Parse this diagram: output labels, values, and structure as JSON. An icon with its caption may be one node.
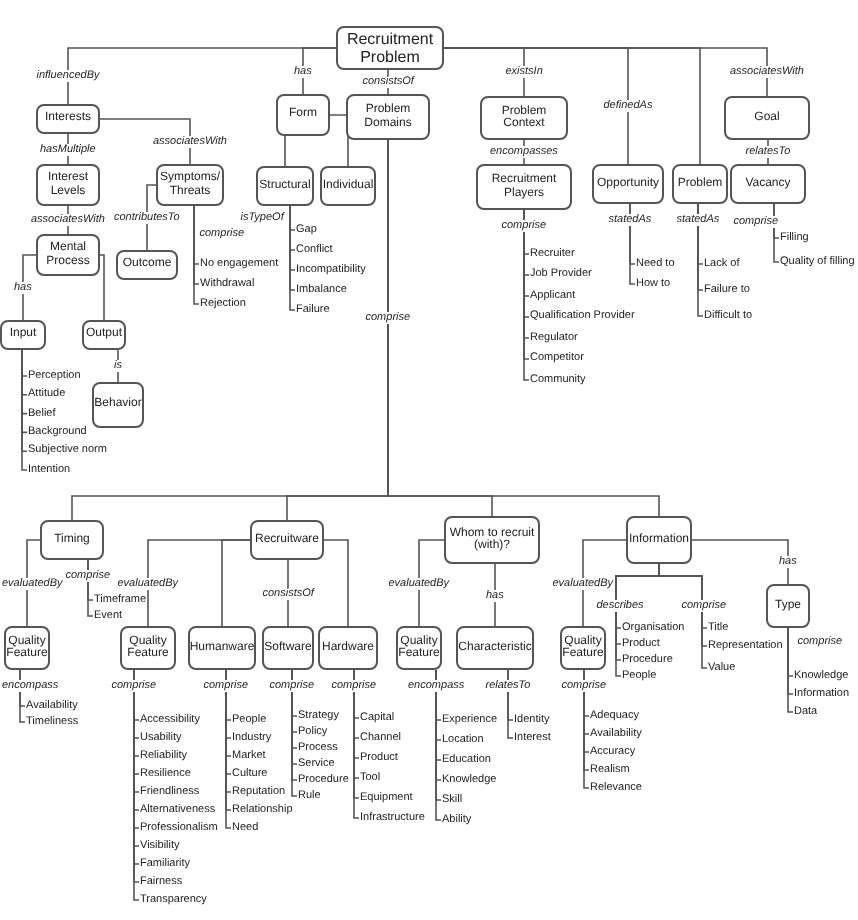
{
  "diagram": {
    "nodes": [
      {
        "text": [
          "Recruitment Problem"
        ]
      },
      {
        "text": [
          "Interests"
        ]
      },
      {
        "text": [
          "Interest Levels"
        ]
      },
      {
        "text": [
          "Mental Process"
        ]
      },
      {
        "text": [
          "Input"
        ]
      },
      {
        "text": [
          "Perception"
        ]
      },
      {
        "text": [
          "Attitude"
        ]
      },
      {
        "text": [
          "Belief"
        ]
      },
      {
        "text": [
          "Background"
        ]
      },
      {
        "text": [
          "Subjective norm"
        ]
      },
      {
        "text": [
          "Intention"
        ]
      },
      {
        "text": [
          "Output"
        ]
      },
      {
        "text": [
          "Behavior"
        ]
      },
      {
        "text": [
          "Symptoms/ Threats"
        ]
      },
      {
        "text": [
          "Outcome"
        ]
      },
      {
        "text": [
          "No engagement"
        ]
      },
      {
        "text": [
          "Withdrawal"
        ]
      },
      {
        "text": [
          "Rejection"
        ]
      },
      {
        "text": [
          "Form"
        ]
      },
      {
        "text": [
          "Structural"
        ]
      },
      {
        "text": [
          "Gap"
        ]
      },
      {
        "text": [
          "Conflict"
        ]
      },
      {
        "text": [
          "Incompatibility"
        ]
      },
      {
        "text": [
          "Imbalance"
        ]
      },
      {
        "text": [
          "Failure"
        ]
      },
      {
        "text": [
          "Individual"
        ]
      },
      {
        "text": [
          "Problem Domains"
        ]
      },
      {
        "text": [
          "Problem Context"
        ]
      },
      {
        "text": [
          "Recruitment Players"
        ]
      },
      {
        "text": [
          "Recruiter"
        ]
      },
      {
        "text": [
          "Job Provider"
        ]
      },
      {
        "text": [
          "Applicant"
        ]
      },
      {
        "text": [
          "Qualification Provider"
        ]
      },
      {
        "text": [
          "Regulator"
        ]
      },
      {
        "text": [
          "Competitor"
        ]
      },
      {
        "text": [
          "Community"
        ]
      },
      {
        "text": [
          "Opportunity"
        ]
      },
      {
        "text": [
          "Need to"
        ]
      },
      {
        "text": [
          "How to"
        ]
      },
      {
        "text": [
          "Problem"
        ]
      },
      {
        "text": [
          "Lack of"
        ]
      },
      {
        "text": [
          "Failure to"
        ]
      },
      {
        "text": [
          "Difficult to"
        ]
      },
      {
        "text": [
          "Goal"
        ]
      },
      {
        "text": [
          "Vacancy"
        ]
      },
      {
        "text": [
          "Filling"
        ]
      },
      {
        "text": [
          "Quality of filling"
        ]
      },
      {
        "text": [
          "Timing"
        ]
      },
      {
        "text": [
          "Timeframe"
        ]
      },
      {
        "text": [
          "Event"
        ]
      },
      {
        "text": [
          "Quality Feature"
        ]
      },
      {
        "text": [
          "Availability"
        ]
      },
      {
        "text": [
          "Timeliness"
        ]
      },
      {
        "text": [
          "Recruitware"
        ]
      },
      {
        "text": [
          "Quality Feature"
        ]
      },
      {
        "text": [
          "Accessibility"
        ]
      },
      {
        "text": [
          "Usability"
        ]
      },
      {
        "text": [
          "Reliability"
        ]
      },
      {
        "text": [
          "Resilience"
        ]
      },
      {
        "text": [
          "Friendliness"
        ]
      },
      {
        "text": [
          "Alternativeness"
        ]
      },
      {
        "text": [
          "Professionalism"
        ]
      },
      {
        "text": [
          "Visibility"
        ]
      },
      {
        "text": [
          "Familiarity"
        ]
      },
      {
        "text": [
          "Fairness"
        ]
      },
      {
        "text": [
          "Transparency"
        ]
      },
      {
        "text": [
          "Humanware"
        ]
      },
      {
        "text": [
          "People"
        ]
      },
      {
        "text": [
          "Industry"
        ]
      },
      {
        "text": [
          "Market"
        ]
      },
      {
        "text": [
          "Culture"
        ]
      },
      {
        "text": [
          "Reputation"
        ]
      },
      {
        "text": [
          "Relationship"
        ]
      },
      {
        "text": [
          "Need"
        ]
      },
      {
        "text": [
          "Software"
        ]
      },
      {
        "text": [
          "Strategy"
        ]
      },
      {
        "text": [
          "Policy"
        ]
      },
      {
        "text": [
          "Process"
        ]
      },
      {
        "text": [
          "Service"
        ]
      },
      {
        "text": [
          "Procedure"
        ]
      },
      {
        "text": [
          "Rule"
        ]
      },
      {
        "text": [
          "Hardware"
        ]
      },
      {
        "text": [
          "Capital"
        ]
      },
      {
        "text": [
          "Channel"
        ]
      },
      {
        "text": [
          "Product"
        ]
      },
      {
        "text": [
          "Tool"
        ]
      },
      {
        "text": [
          "Equipment"
        ]
      },
      {
        "text": [
          "Infrastructure"
        ]
      },
      {
        "text": [
          "Whom to recruit (with)?"
        ]
      },
      {
        "text": [
          "Quality Feature"
        ]
      },
      {
        "text": [
          "Experience"
        ]
      },
      {
        "text": [
          "Location"
        ]
      },
      {
        "text": [
          "Education"
        ]
      },
      {
        "text": [
          "Knowledge"
        ]
      },
      {
        "text": [
          "Skill"
        ]
      },
      {
        "text": [
          "Ability"
        ]
      },
      {
        "text": [
          "Characteristic"
        ]
      },
      {
        "text": [
          "Identity"
        ]
      },
      {
        "text": [
          "Interest"
        ]
      },
      {
        "text": [
          "Information"
        ]
      },
      {
        "text": [
          "Quality Feature"
        ]
      },
      {
        "text": [
          "Adequacy"
        ]
      },
      {
        "text": [
          "Availability"
        ]
      },
      {
        "text": [
          "Accuracy"
        ]
      },
      {
        "text": [
          "Realism"
        ]
      },
      {
        "text": [
          "Relevance"
        ]
      },
      {
        "text": [
          "Organisation"
        ]
      },
      {
        "text": [
          "Product"
        ]
      },
      {
        "text": [
          "Procedure"
        ]
      },
      {
        "text": [
          "People"
        ]
      },
      {
        "text": [
          "Title"
        ]
      },
      {
        "text": [
          "Representation"
        ]
      },
      {
        "text": [
          "Value"
        ]
      },
      {
        "text": [
          "Type"
        ]
      },
      {
        "text": [
          "Knowledge"
        ]
      },
      {
        "text": [
          "Information"
        ]
      },
      {
        "text": [
          "Data"
        ]
      }
    ],
    "edges": [
      {
        "from": 0,
        "to": 1,
        "arrow": "none",
        "label": "influencedBy"
      },
      {
        "from": 1,
        "to": 2,
        "arrow": "none",
        "label": "hasMultiple"
      },
      {
        "from": 2,
        "to": 3,
        "arrow": "none",
        "label": "associatesWith"
      },
      {
        "from": 3,
        "to": 4,
        "arrow": "none",
        "label": "has"
      },
      {
        "from": 4,
        "to": 5,
        "arrow": "none"
      },
      {
        "from": 4,
        "to": 6,
        "arrow": "none"
      },
      {
        "from": 4,
        "to": 7,
        "arrow": "none"
      },
      {
        "from": 4,
        "to": 8,
        "arrow": "none"
      },
      {
        "from": 4,
        "to": 9,
        "arrow": "none"
      },
      {
        "from": 4,
        "to": 10,
        "arrow": "none"
      },
      {
        "from": 3,
        "to": 11,
        "arrow": "none"
      },
      {
        "from": 11,
        "to": 12,
        "arrow": "none",
        "label": "is"
      },
      {
        "from": 1,
        "to": 13,
        "arrow": "none",
        "label": "associatesWith"
      },
      {
        "from": 13,
        "to": 14,
        "arrow": "none",
        "label": "contributesTo"
      },
      {
        "from": 13,
        "to": 15,
        "arrow": "none",
        "label": "comprise"
      },
      {
        "from": 13,
        "to": 16,
        "arrow": "none"
      },
      {
        "from": 13,
        "to": 17,
        "arrow": "none"
      },
      {
        "from": 0,
        "to": 18,
        "arrow": "none",
        "label": "has"
      },
      {
        "from": 18,
        "to": 19,
        "arrow": "none"
      },
      {
        "from": 18,
        "to": 25,
        "arrow": "none"
      },
      {
        "from": 19,
        "to": 20,
        "arrow": "none",
        "label": "isTypeOf"
      },
      {
        "from": 19,
        "to": 21,
        "arrow": "none"
      },
      {
        "from": 19,
        "to": 22,
        "arrow": "none"
      },
      {
        "from": 19,
        "to": 23,
        "arrow": "none"
      },
      {
        "from": 19,
        "to": 24,
        "arrow": "none"
      },
      {
        "from": 0,
        "to": 26,
        "arrow": "none",
        "label": "consistsOf"
      },
      {
        "from": 0,
        "to": 27,
        "arrow": "none",
        "label": "existsIn"
      },
      {
        "from": 27,
        "to": 28,
        "arrow": "none",
        "label": "encompasses"
      },
      {
        "from": 28,
        "to": 29,
        "arrow": "none",
        "label": "comprise"
      },
      {
        "from": 28,
        "to": 30,
        "arrow": "none"
      },
      {
        "from": 28,
        "to": 31,
        "arrow": "none"
      },
      {
        "from": 28,
        "to": 32,
        "arrow": "none"
      },
      {
        "from": 28,
        "to": 33,
        "arrow": "none"
      },
      {
        "from": 28,
        "to": 34,
        "arrow": "none"
      },
      {
        "from": 28,
        "to": 35,
        "arrow": "none"
      },
      {
        "from": 0,
        "to": 36,
        "arrow": "none",
        "label": "definedAs"
      },
      {
        "from": 0,
        "to": 39,
        "arrow": "none"
      },
      {
        "from": 36,
        "to": 37,
        "arrow": "none",
        "label": "statedAs"
      },
      {
        "from": 36,
        "to": 38,
        "arrow": "none"
      },
      {
        "from": 39,
        "to": 40,
        "arrow": "none",
        "label": "statedAs"
      },
      {
        "from": 39,
        "to": 41,
        "arrow": "none"
      },
      {
        "from": 39,
        "to": 42,
        "arrow": "none"
      },
      {
        "from": 0,
        "to": 43,
        "arrow": "none",
        "label": "associatesWith"
      },
      {
        "from": 43,
        "to": 44,
        "arrow": "none",
        "label": "relatesTo"
      },
      {
        "from": 44,
        "to": 45,
        "arrow": "none",
        "label": "comprise"
      },
      {
        "from": 44,
        "to": 46,
        "arrow": "none"
      },
      {
        "from": 26,
        "to": 47,
        "arrow": "none",
        "label": "comprise"
      },
      {
        "from": 26,
        "to": 53,
        "arrow": "none"
      },
      {
        "from": 26,
        "to": 88,
        "arrow": "none"
      },
      {
        "from": 26,
        "to": 99,
        "arrow": "none"
      },
      {
        "from": 47,
        "to": 50,
        "arrow": "none",
        "label": "evaluatedBy"
      },
      {
        "from": 47,
        "to": 48,
        "arrow": "none",
        "label": "comprise"
      },
      {
        "from": 47,
        "to": 49,
        "arrow": "none"
      },
      {
        "from": 50,
        "to": 51,
        "arrow": "none",
        "label": "encompass"
      },
      {
        "from": 50,
        "to": 52,
        "arrow": "none"
      },
      {
        "from": 53,
        "to": 54,
        "arrow": "none",
        "label": "evaluatedBy"
      },
      {
        "from": 53,
        "to": 66,
        "arrow": "none"
      },
      {
        "from": 53,
        "to": 74,
        "arrow": "none",
        "label": "consistsOf"
      },
      {
        "from": 53,
        "to": 81,
        "arrow": "none"
      },
      {
        "from": 54,
        "to": 55,
        "arrow": "none",
        "label": "comprise"
      },
      {
        "from": 54,
        "to": 56,
        "arrow": "none"
      },
      {
        "from": 54,
        "to": 57,
        "arrow": "none"
      },
      {
        "from": 54,
        "to": 58,
        "arrow": "none"
      },
      {
        "from": 54,
        "to": 59,
        "arrow": "none"
      },
      {
        "from": 54,
        "to": 60,
        "arrow": "none"
      },
      {
        "from": 54,
        "to": 61,
        "arrow": "none"
      },
      {
        "from": 54,
        "to": 62,
        "arrow": "none"
      },
      {
        "from": 54,
        "to": 63,
        "arrow": "none"
      },
      {
        "from": 54,
        "to": 64,
        "arrow": "none"
      },
      {
        "from": 54,
        "to": 65,
        "arrow": "none"
      },
      {
        "from": 66,
        "to": 67,
        "arrow": "none",
        "label": "comprise"
      },
      {
        "from": 66,
        "to": 68,
        "arrow": "none"
      },
      {
        "from": 66,
        "to": 69,
        "arrow": "none"
      },
      {
        "from": 66,
        "to": 70,
        "arrow": "none"
      },
      {
        "from": 66,
        "to": 71,
        "arrow": "none"
      },
      {
        "from": 66,
        "to": 72,
        "arrow": "none"
      },
      {
        "from": 66,
        "to": 73,
        "arrow": "none"
      },
      {
        "from": 74,
        "to": 75,
        "arrow": "none",
        "label": "comprise"
      },
      {
        "from": 74,
        "to": 76,
        "arrow": "none"
      },
      {
        "from": 74,
        "to": 77,
        "arrow": "none"
      },
      {
        "from": 74,
        "to": 78,
        "arrow": "none"
      },
      {
        "from": 74,
        "to": 79,
        "arrow": "none"
      },
      {
        "from": 74,
        "to": 80,
        "arrow": "none"
      },
      {
        "from": 81,
        "to": 82,
        "arrow": "none",
        "label": "comprise"
      },
      {
        "from": 81,
        "to": 83,
        "arrow": "none"
      },
      {
        "from": 81,
        "to": 84,
        "arrow": "none"
      },
      {
        "from": 81,
        "to": 85,
        "arrow": "none"
      },
      {
        "from": 81,
        "to": 86,
        "arrow": "none"
      },
      {
        "from": 81,
        "to": 87,
        "arrow": "none"
      },
      {
        "from": 88,
        "to": 89,
        "arrow": "none",
        "label": "evaluatedBy"
      },
      {
        "from": 88,
        "to": 96,
        "arrow": "none",
        "label": "has"
      },
      {
        "from": 89,
        "to": 90,
        "arrow": "none",
        "label": "encompass"
      },
      {
        "from": 89,
        "to": 91,
        "arrow": "none"
      },
      {
        "from": 89,
        "to": 92,
        "arrow": "none"
      },
      {
        "from": 89,
        "to": 93,
        "arrow": "none"
      },
      {
        "from": 89,
        "to": 94,
        "arrow": "none"
      },
      {
        "from": 89,
        "to": 95,
        "arrow": "none"
      },
      {
        "from": 96,
        "to": 97,
        "arrow": "none",
        "label": "relatesTo"
      },
      {
        "from": 96,
        "to": 98,
        "arrow": "none"
      },
      {
        "from": 99,
        "to": 100,
        "arrow": "none",
        "label": "evaluatedBy"
      },
      {
        "from": 99,
        "to": 106,
        "arrow": "none",
        "label": "describes"
      },
      {
        "from": 99,
        "to": 107,
        "arrow": "none"
      },
      {
        "from": 99,
        "to": 108,
        "arrow": "none"
      },
      {
        "from": 99,
        "to": 109,
        "arrow": "none"
      },
      {
        "from": 99,
        "to": 110,
        "arrow": "none",
        "label": "comprise"
      },
      {
        "from": 99,
        "to": 111,
        "arrow": "none"
      },
      {
        "from": 99,
        "to": 112,
        "arrow": "none"
      },
      {
        "from": 99,
        "to": 113,
        "arrow": "none",
        "label": "has"
      },
      {
        "from": 100,
        "to": 101,
        "arrow": "none",
        "label": "comprise"
      },
      {
        "from": 100,
        "to": 102,
        "arrow": "none"
      },
      {
        "from": 100,
        "to": 103,
        "arrow": "none"
      },
      {
        "from": 100,
        "to": 104,
        "arrow": "none"
      },
      {
        "from": 100,
        "to": 105,
        "arrow": "none"
      },
      {
        "from": 113,
        "to": 114,
        "arrow": "none",
        "label": "comprise"
      },
      {
        "from": 113,
        "to": 115,
        "arrow": "none"
      },
      {
        "from": 113,
        "to": 116,
        "arrow": "none"
      }
    ]
  }
}
